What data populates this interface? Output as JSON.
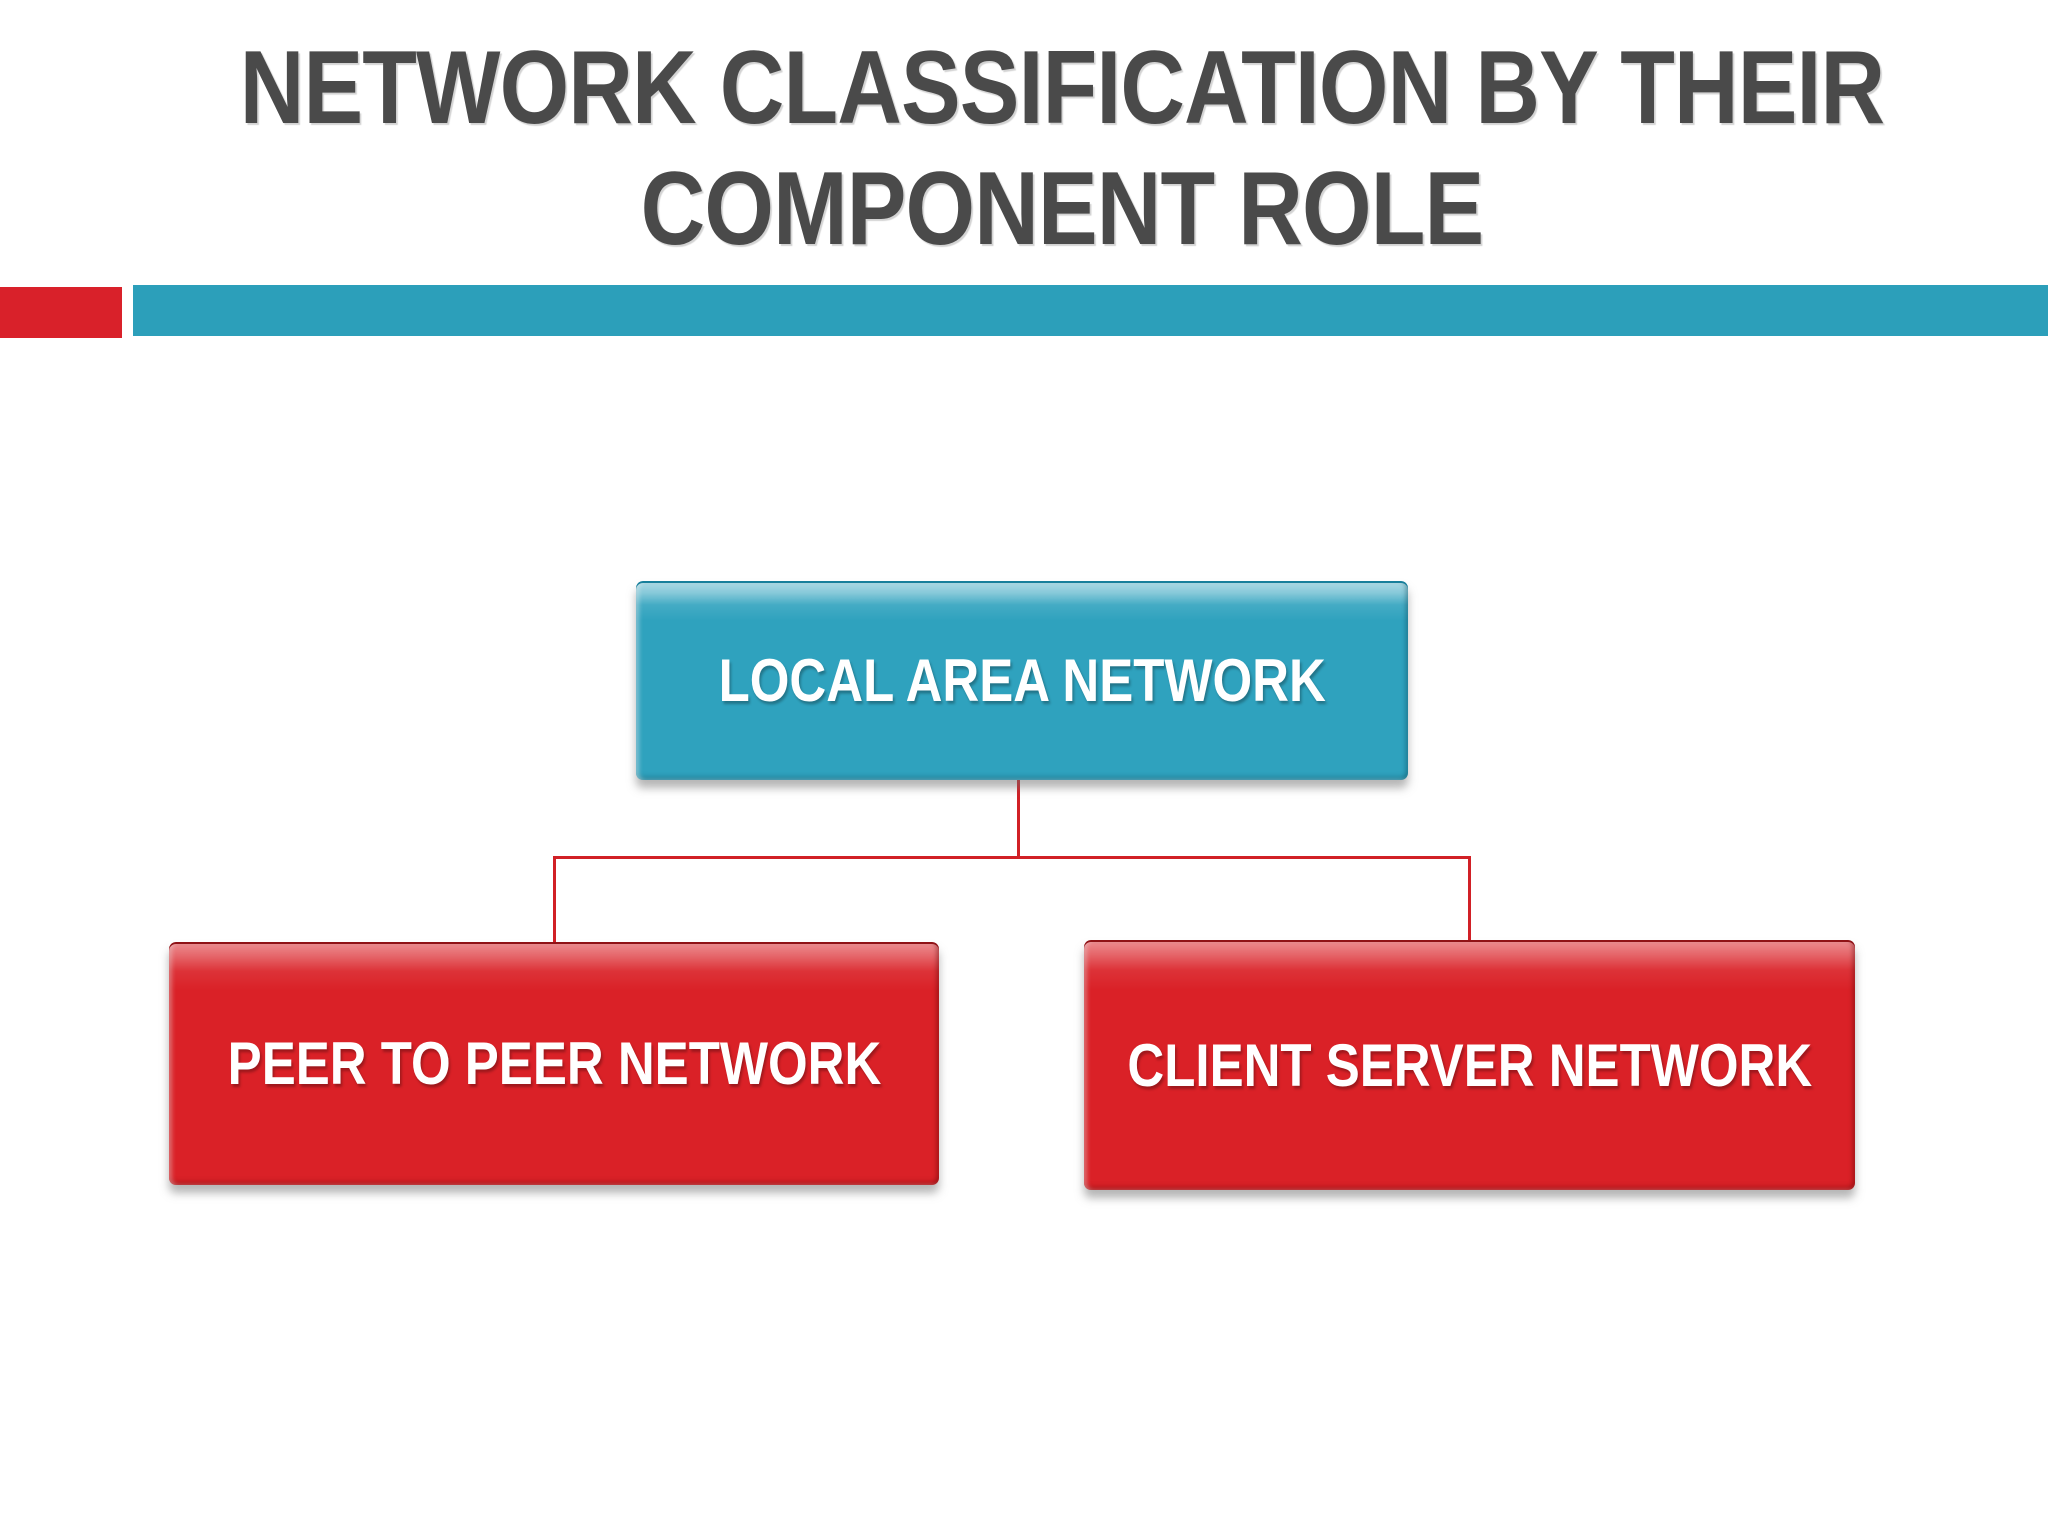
{
  "slide": {
    "title": {
      "line1": "NETWORK CLASSIFICATION BY THEIR",
      "line2": "COMPONENT ROLE"
    },
    "divider": {
      "accent_color": "#d9212a",
      "bar_color": "#2c9fba"
    },
    "diagram": {
      "type": "org-chart",
      "connector_color": "#d12026",
      "root": {
        "label": "LOCAL AREA NETWORK",
        "fill": "#2fa2be"
      },
      "children": [
        {
          "label": "PEER TO PEER NETWORK",
          "fill": "#da2127"
        },
        {
          "label": "CLIENT SERVER NETWORK",
          "fill": "#da2127"
        }
      ]
    }
  }
}
